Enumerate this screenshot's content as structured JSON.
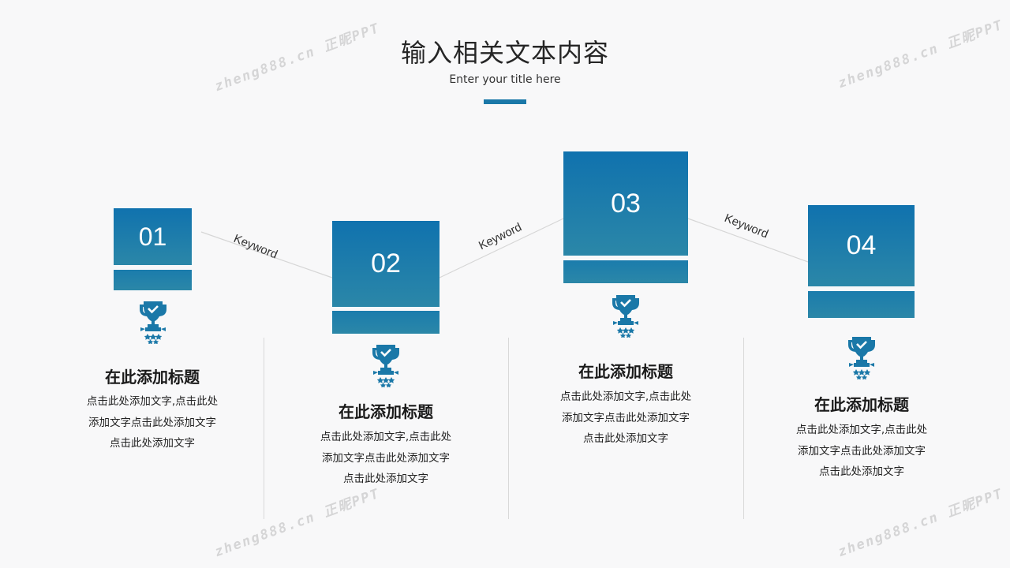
{
  "title": "输入相关文本内容",
  "subtitle": "Enter your title here",
  "keywords": [
    "Keyword",
    "Keyword",
    "Keyword"
  ],
  "watermark": "zheng888.cn 正昵PPT",
  "accent_color": "#1a78a8",
  "steps": [
    {
      "num": "01",
      "heading": "在此添加标题",
      "lines": [
        "点击此处添加文字,点击此处",
        "添加文字点击此处添加文字",
        "点击此处添加文字"
      ],
      "icon": "trophy-icon"
    },
    {
      "num": "02",
      "heading": "在此添加标题",
      "lines": [
        "点击此处添加文字,点击此处",
        "添加文字点击此处添加文字",
        "点击此处添加文字"
      ],
      "icon": "trophy-icon"
    },
    {
      "num": "03",
      "heading": "在此添加标题",
      "lines": [
        "点击此处添加文字,点击此处",
        "添加文字点击此处添加文字",
        "点击此处添加文字"
      ],
      "icon": "trophy-icon"
    },
    {
      "num": "04",
      "heading": "在此添加标题",
      "lines": [
        "点击此处添加文字,点击此处",
        "添加文字点击此处添加文字",
        "点击此处添加文字"
      ],
      "icon": "trophy-icon"
    }
  ]
}
